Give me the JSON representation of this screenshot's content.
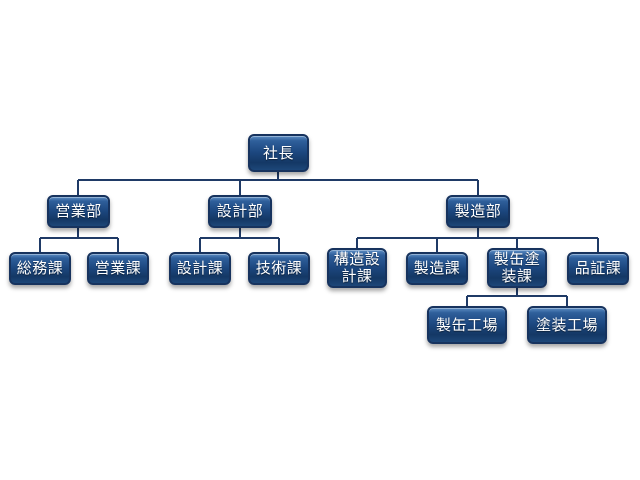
{
  "org_chart": {
    "president": "社長",
    "departments": {
      "sales": "営業部",
      "design": "設計部",
      "manufacturing": "製造部"
    },
    "sections": {
      "general_affairs": "総務課",
      "sales_section": "営業課",
      "design_section": "設計課",
      "technology": "技術課",
      "structural_design": "構造設\n計課",
      "manufacturing_section": "製造課",
      "can_coating": "製缶塗\n装課",
      "quality_assurance": "品証課"
    },
    "factories": {
      "can_factory": "製缶工場",
      "coating_factory": "塗装工場"
    }
  },
  "colors": {
    "box_fill": "#1c477f",
    "box_border": "#17335e",
    "connector": "#1f3a66",
    "text": "#ffffff"
  }
}
